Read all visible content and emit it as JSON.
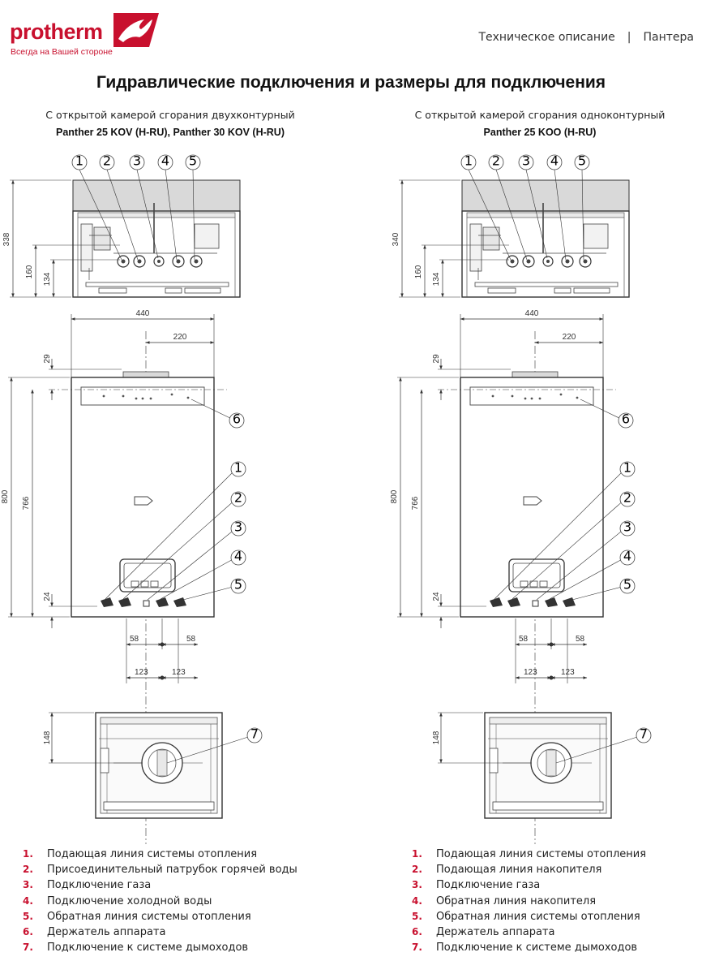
{
  "header": {
    "brand": "protherm",
    "tagline": "Всегда на Вашей стороне",
    "section": "Техническое описание",
    "separator": "|",
    "product": "Пантера"
  },
  "title": "Гидравлические подключения и размеры для подключения",
  "left": {
    "subtitle": "С открытой камерой сгорания двухконтурный",
    "model": "Panther 25 KOV (H-RU), Panther 30 KOV (H-RU)",
    "dims": {
      "top_height": "338",
      "top_conn_a": "160",
      "top_conn_b": "134",
      "width": "440",
      "half_width": "220",
      "offset_top": "29",
      "height": "800",
      "height_inner": "766",
      "bottom_offset": "24",
      "spacing_58a": "58",
      "spacing_58b": "58",
      "spacing_123a": "123",
      "spacing_123b": "123",
      "bottom_depth": "148"
    },
    "legend": [
      {
        "num": "1.",
        "text": "Подающая линия системы отопления"
      },
      {
        "num": "2.",
        "text": "Присоединительный патрубок горячей воды"
      },
      {
        "num": "3.",
        "text": "Подключение газа"
      },
      {
        "num": "4.",
        "text": "Подключение холодной воды"
      },
      {
        "num": "5.",
        "text": "Обратная линия системы отопления"
      },
      {
        "num": "6.",
        "text": "Держатель аппарата"
      },
      {
        "num": "7.",
        "text": "Подключение к системе дымоходов"
      }
    ]
  },
  "right": {
    "subtitle": "С открытой камерой сгорания одноконтурный",
    "model": "Panther 25 KOO (H-RU)",
    "dims": {
      "top_height": "340",
      "top_conn_a": "160",
      "top_conn_b": "134",
      "width": "440",
      "half_width": "220",
      "offset_top": "29",
      "height": "800",
      "height_inner": "766",
      "bottom_offset": "24",
      "spacing_58a": "58",
      "spacing_58b": "58",
      "spacing_123a": "123",
      "spacing_123b": "123",
      "bottom_depth": "148"
    },
    "legend": [
      {
        "num": "1.",
        "text": "Подающая линия системы отопления"
      },
      {
        "num": "2.",
        "text": "Подающая линия накопителя"
      },
      {
        "num": "3.",
        "text": "Подключение газа"
      },
      {
        "num": "4.",
        "text": "Обратная линия накопителя"
      },
      {
        "num": "5.",
        "text": "Обратная линия системы отопления"
      },
      {
        "num": "6.",
        "text": "Держатель аппарата"
      },
      {
        "num": "7.",
        "text": "Подключение к системе дымоходов"
      }
    ]
  },
  "callouts": [
    "1",
    "2",
    "3",
    "4",
    "5",
    "6",
    "7"
  ],
  "colors": {
    "brand": "#c8102e",
    "line": "#333333"
  }
}
